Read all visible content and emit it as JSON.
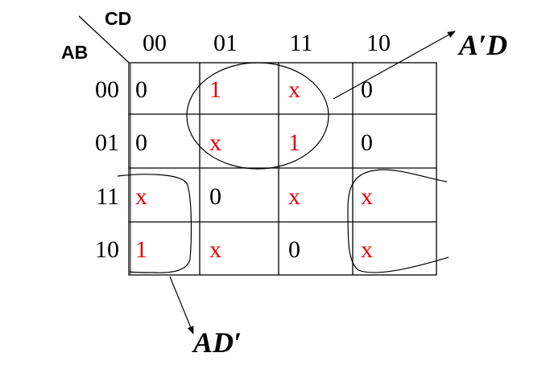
{
  "axis_labels": {
    "rows": "AB",
    "cols": "CD"
  },
  "column_headers": [
    "00",
    "01",
    "11",
    "10"
  ],
  "row_headers": [
    "00",
    "01",
    "11",
    "10"
  ],
  "cells": [
    [
      "0",
      "1",
      "x",
      "0"
    ],
    [
      "0",
      "x",
      "1",
      "0"
    ],
    [
      "x",
      "0",
      "x",
      "x"
    ],
    [
      "1",
      "x",
      "0",
      "x"
    ]
  ],
  "group_labels": {
    "top_right": {
      "main": "A",
      "prime": "′",
      "tail": "D"
    },
    "bottom_left": {
      "main": "AD",
      "prime": "′"
    }
  },
  "colors": {
    "highlight": "#e8000b",
    "normal": "#000000",
    "grid": "#000000"
  }
}
